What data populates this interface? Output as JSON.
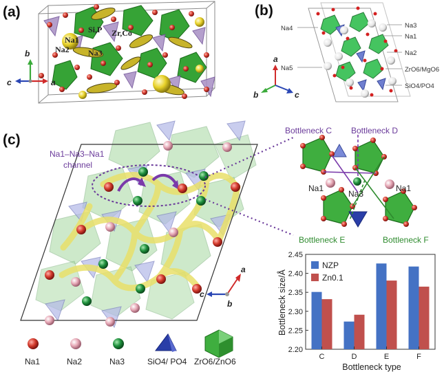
{
  "panels": {
    "a": {
      "label": "(a)",
      "atom_labels": {
        "na1": "Na1",
        "na2": "Na2",
        "na3": "Na3",
        "sip": "Si,P",
        "zrco": "Zr,Co"
      },
      "axes": {
        "a": "a",
        "b": "b",
        "c": "c"
      }
    },
    "b": {
      "label": "(b)",
      "labels": {
        "na4": "Na4",
        "na5": "Na5",
        "na3": "Na3",
        "na1": "Na1",
        "na2": "Na2",
        "zr": "ZrO6/MgO6",
        "si": "SiO4/PO4"
      },
      "axes": {
        "a": "a",
        "b": "b",
        "c": "c"
      }
    },
    "c": {
      "label": "(c)",
      "channel_title_line1": "Na1–Na3–Na1",
      "channel_title_line2": "channel",
      "axes": {
        "a": "a",
        "b": "b",
        "c": "c"
      },
      "bottleneck": {
        "c": "Bottleneck C",
        "d": "Bottleneck D",
        "e": "Bottleneck E",
        "f": "Bottleneck F",
        "na1_left": "Na1",
        "na3": "Na3",
        "na1_right": "Na1"
      },
      "legend": {
        "na1": "Na1",
        "na2": "Na2",
        "na3": "Na3",
        "sio4": "SiO4/ PO4",
        "zro6": "ZrO6/ZnO6"
      }
    }
  },
  "colors": {
    "na1": "#c8342b",
    "na2": "#e8b0bc",
    "na3": "#1f8a3a",
    "tetra": "#3a4fb0",
    "octa": "#3fae3f",
    "nzp": "#4472c4",
    "zn": "#c0504d",
    "oxygen": "#d42020",
    "channel": "#e6e070"
  },
  "chart_data": {
    "type": "bar",
    "categories": [
      "C",
      "D",
      "E",
      "F"
    ],
    "series": [
      {
        "name": "NZP",
        "values": [
          2.351,
          2.273,
          2.426,
          2.418
        ]
      },
      {
        "name": "Zn0.1",
        "values": [
          2.332,
          2.291,
          2.381,
          2.365
        ]
      }
    ],
    "title": "",
    "xlabel": "Bottleneck type",
    "ylabel": "Bottleneck size/Å",
    "ylim": [
      2.2,
      2.45
    ],
    "yticks": [
      "2.20",
      "2.25",
      "2.30",
      "2.35",
      "2.40",
      "2.45"
    ],
    "legend_position": "top-left",
    "grid": false
  }
}
